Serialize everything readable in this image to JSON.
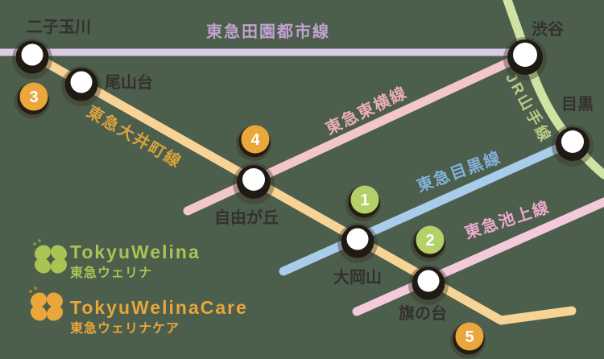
{
  "map": {
    "background_color": "#4c5e4c",
    "lines": [
      {
        "name": "東急田園都市線",
        "color": "#dccbe4",
        "label_color": "#c2a2ce"
      },
      {
        "name": "東急大井町線",
        "color": "#f7d496",
        "label_color": "#daa23f"
      },
      {
        "name": "東急東横線",
        "color": "#f3c6ca",
        "label_color": "#eaadb8"
      },
      {
        "name": "東急目黒線",
        "color": "#a9cceb",
        "label_color": "#84b1db"
      },
      {
        "name": "東急池上線",
        "color": "#f4c9db",
        "label_color": "#ecabce"
      },
      {
        "name": "JR山手線",
        "color": "#cee3a4",
        "label_color": "#b6cd86"
      }
    ],
    "stations": [
      {
        "name": "二子玉川"
      },
      {
        "name": "尾山台"
      },
      {
        "name": "渋谷"
      },
      {
        "name": "目黒"
      },
      {
        "name": "自由が丘"
      },
      {
        "name": "大岡山"
      },
      {
        "name": "旗の台"
      }
    ],
    "badges": [
      {
        "number": "1",
        "color": "#b4d169"
      },
      {
        "number": "2",
        "color": "#b4d169"
      },
      {
        "number": "3",
        "color": "#e9a73c"
      },
      {
        "number": "4",
        "color": "#e9a73c"
      },
      {
        "number": "5",
        "color": "#e9a73c"
      }
    ]
  },
  "logos": [
    {
      "title": "TokyuWelina",
      "subtitle": "東急ウェリナ",
      "color": "#a9c452",
      "sparkle_color": "#87a338"
    },
    {
      "title": "TokyuWelinaCare",
      "subtitle": "東急ウェリナケア",
      "color": "#e9a63b",
      "sparkle_color": "#c9851f"
    }
  ]
}
